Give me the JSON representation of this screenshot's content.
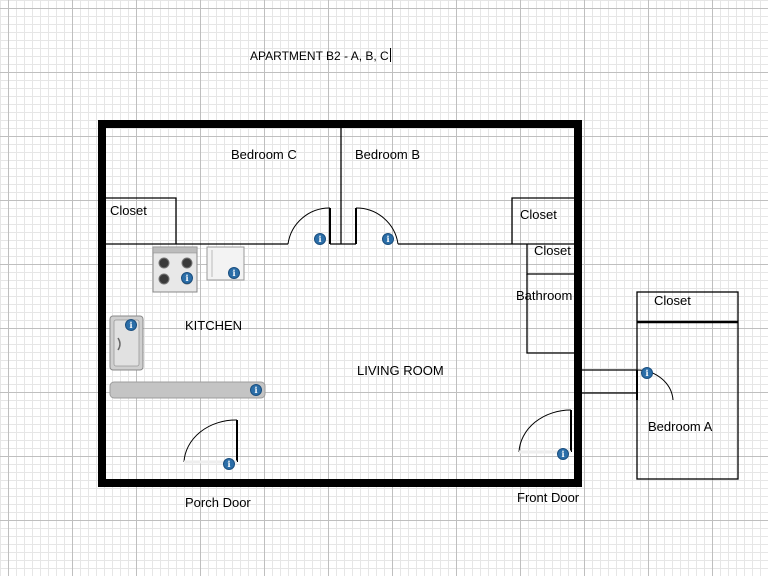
{
  "title": "APARTMENT B2 - A, B, C",
  "rooms": {
    "bedroom_c": "Bedroom C",
    "bedroom_b": "Bedroom B",
    "bedroom_a": "Bedroom A",
    "kitchen": "KITCHEN",
    "living_room": "LIVING ROOM",
    "bathroom": "Bathroom",
    "closet_left": "Closet",
    "closet_right_top": "Closet",
    "closet_right_bottom": "Closet",
    "closet_bedroom_a": "Closet"
  },
  "doors": {
    "porch": "Porch Door",
    "front": "Front Door"
  },
  "info_icon_glyph": "i",
  "colors": {
    "wall": "#000000",
    "grid_major": "#bfbfbf",
    "grid_minor": "#e6e6e6",
    "counter": "#c4c4c4",
    "info_icon": "#2b6ea8"
  }
}
